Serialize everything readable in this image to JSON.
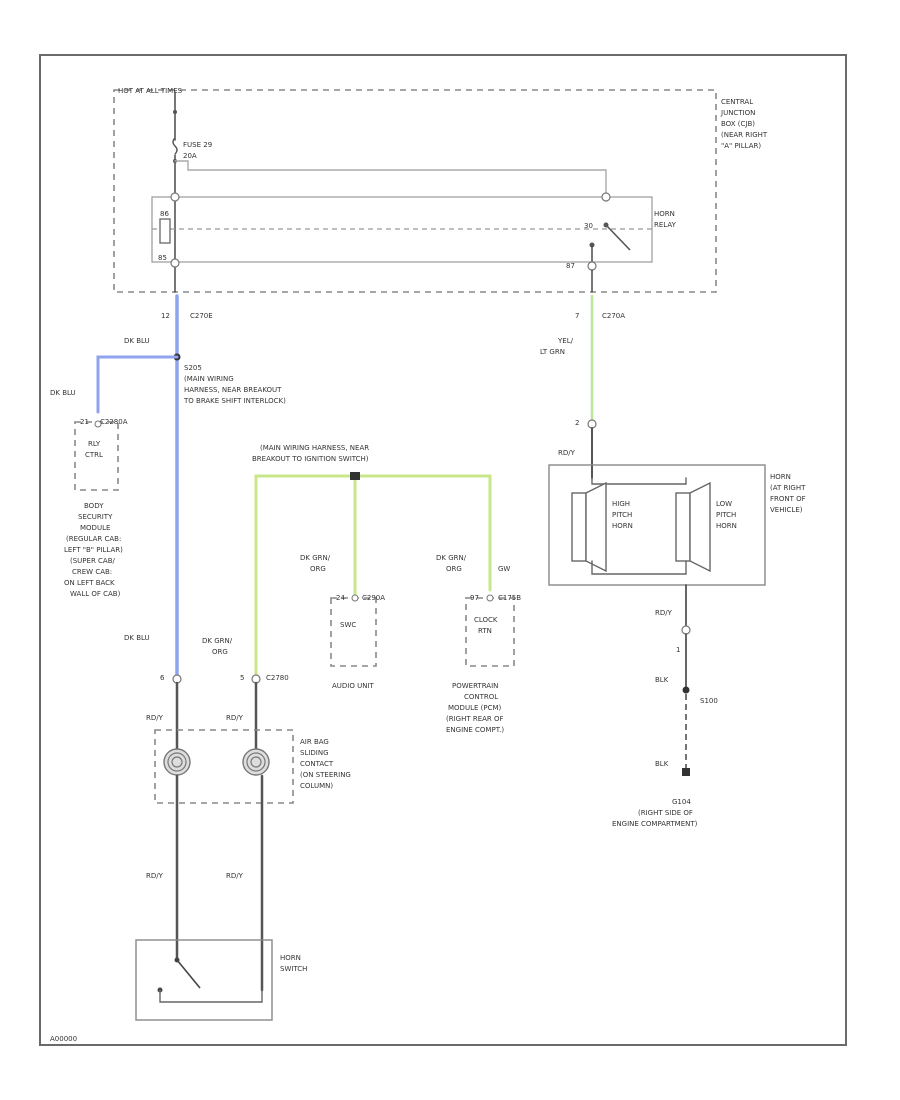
{
  "colors": {
    "border": "#6a6a6a",
    "wire_black": "#555555",
    "wire_blue": "#8fa3ee",
    "wire_green": "#c8e68a",
    "wire_lt_green": "#b8e69a",
    "wire_gray": "#aaaaaa"
  },
  "cjb": {
    "hot_label": "HOT AT ALL TIMES",
    "fuse_name": "FUSE 29",
    "fuse_rating": "20A",
    "terminal_86": "86",
    "terminal_85": "85",
    "terminal_30": "30",
    "terminal_87": "87",
    "relay_label": [
      "HORN",
      "RELAY"
    ],
    "box_label": [
      "CENTRAL",
      "JUNCTION",
      "BOX (CJB)",
      "(NEAR RIGHT",
      "\"A\" PILLAR)"
    ]
  },
  "left_branch": {
    "pin_top": "12",
    "connector_top": "C270E",
    "wire_top": "DK BLU",
    "splice_name": "S205",
    "splice_desc": [
      "(MAIN WIRING",
      "HARNESS, NEAR BREAKOUT",
      "TO BRAKE SHIFT INTERLOCK)"
    ],
    "side_wire": "DK BLU",
    "security_pin": "21",
    "security_connector": "C2280A",
    "security_internal": [
      "RLY",
      "CTRL"
    ],
    "security_desc": [
      "BODY",
      "SECURITY",
      "MODULE",
      "(REGULAR CAB:",
      "LEFT \"B\" PILLAR)",
      "(SUPER CAB/",
      "CREW CAB:",
      "ON LEFT BACK",
      "WALL OF CAB)"
    ],
    "lower_wire": "DK BLU",
    "pin_lower": "6"
  },
  "middle_branch": {
    "harness_desc": [
      "(MAIN WIRING HARNESS, NEAR",
      "BREAKOUT TO IGNITION SWITCH)"
    ],
    "wire_left": [
      "DK GRN/",
      "ORG"
    ],
    "pin_left": "5",
    "connector_left": "C2780",
    "audio_wire": [
      "DK GRN/",
      "ORG"
    ],
    "audio_pin": "24",
    "audio_connector": "C290A",
    "audio_internal": "SWC",
    "audio_name": "AUDIO UNIT",
    "pcm_wire": [
      "DK GRN/",
      "ORG"
    ],
    "pcm_wire_tail": "GW",
    "pcm_pin": "97",
    "pcm_connector": "C175B",
    "pcm_internal": [
      "CLOCK",
      "RTN"
    ],
    "pcm_desc": [
      "POWERTRAIN",
      "CONTROL",
      "MODULE (PCM)",
      "(RIGHT REAR OF",
      "ENGINE COMPT.)"
    ]
  },
  "clockspring": {
    "wire_left": "RD/Y",
    "wire_right": "RD/Y",
    "desc": [
      "AIR BAG",
      "SLIDING",
      "CONTACT",
      "(ON STEERING",
      "COLUMN)"
    ],
    "wire_left_bottom": "RD/Y",
    "wire_right_bottom": "RD/Y"
  },
  "horn_switch": {
    "label": [
      "HORN",
      "SWITCH"
    ]
  },
  "right_branch": {
    "pin_top": "7",
    "connector_top": "C270A",
    "wire_top": [
      "YEL/",
      "LT GRN"
    ],
    "horn_pin": "2",
    "horn_wire": "RD/Y",
    "high_horn": [
      "HIGH",
      "PITCH",
      "HORN"
    ],
    "low_horn": [
      "LOW",
      "PITCH",
      "HORN"
    ],
    "horn_desc": [
      "HORN",
      "(AT RIGHT",
      "FRONT OF",
      "VEHICLE)"
    ],
    "ground_wire_top": "RD/Y",
    "ground_pin": "1",
    "ground_wire_mid": "BLK",
    "splice_name": "S100",
    "ground_wire_bottom": "BLK",
    "ground_name": "G104",
    "ground_desc": [
      "(RIGHT SIDE OF",
      "ENGINE COMPARTMENT)"
    ]
  },
  "footer_code": "A00000"
}
